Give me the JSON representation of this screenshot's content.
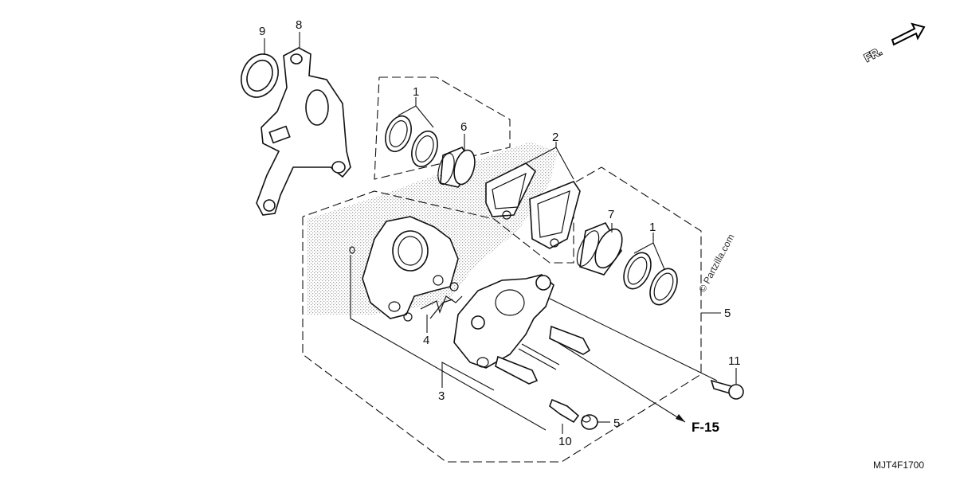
{
  "diagram": {
    "callouts": [
      {
        "id": "c1a",
        "text": "1"
      },
      {
        "id": "c1b",
        "text": "1"
      },
      {
        "id": "c2",
        "text": "2"
      },
      {
        "id": "c3",
        "text": "3"
      },
      {
        "id": "c4",
        "text": "4"
      },
      {
        "id": "c5a",
        "text": "5"
      },
      {
        "id": "c5b",
        "text": "5"
      },
      {
        "id": "c6",
        "text": "6"
      },
      {
        "id": "c7",
        "text": "7"
      },
      {
        "id": "c8",
        "text": "8"
      },
      {
        "id": "c9",
        "text": "9"
      },
      {
        "id": "c10",
        "text": "10"
      },
      {
        "id": "c11",
        "text": "11"
      }
    ],
    "reference": "F-15",
    "direction_label": "FR.",
    "diagram_code": "MJT4F1700",
    "watermark": "© Partzilla.com"
  }
}
